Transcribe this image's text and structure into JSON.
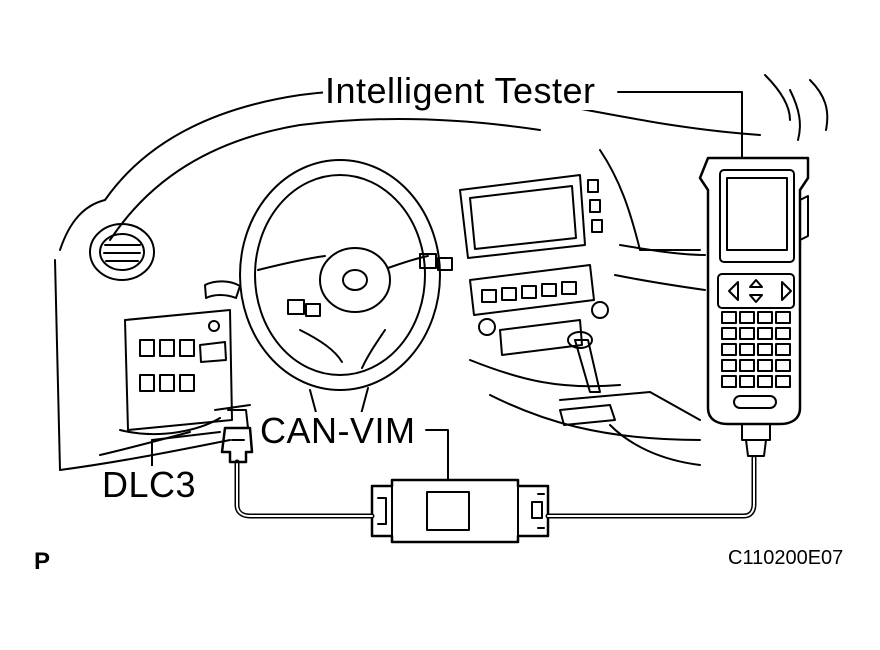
{
  "labels": {
    "tester": "Intelligent Tester",
    "can_vim": "CAN-VIM",
    "dlc3": "DLC3",
    "corner_left": "P",
    "figure_id": "C110200E07"
  }
}
